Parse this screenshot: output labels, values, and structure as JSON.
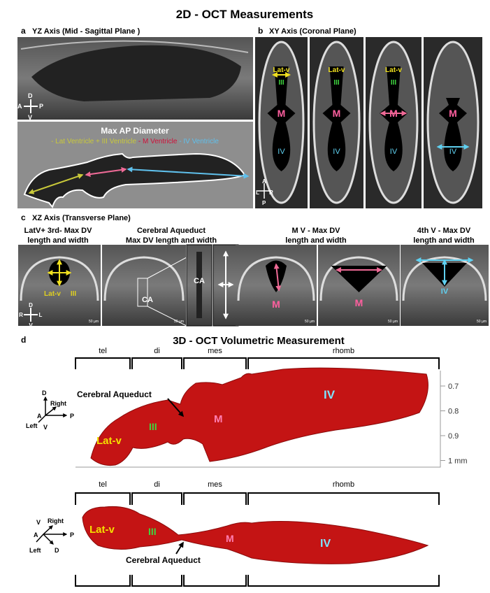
{
  "title_2d": "2D - OCT Measurements",
  "panel_a": {
    "letter": "a",
    "title": "YZ Axis (Mid - Sagittal Plane )",
    "orientation": {
      "d": "D",
      "a": "A",
      "p": "P",
      "v": "V"
    },
    "diagram_title": "Max AP Diameter",
    "legend": [
      "- Lat Ventricle + III Ventricle",
      " - M Ventricle",
      " - IV Ventricle"
    ],
    "colors": {
      "lat": "#c9c93a",
      "m": "#d0103a",
      "iv": "#5fc0ec",
      "pink": "#ee6a96"
    }
  },
  "panel_b": {
    "letter": "b",
    "title": "XY Axis (Coronal Plane)",
    "labels": {
      "latv": "Lat-v",
      "iii": "III",
      "m": "M",
      "iv": "IV"
    },
    "orientation": {
      "a": "A",
      "l": "L",
      "r": "R",
      "p": "P"
    }
  },
  "panel_c": {
    "letter": "c",
    "title": "XZ Axis (Transverse Plane)",
    "subtitles": [
      [
        "LatV+ 3rd- Max DV",
        "length and width"
      ],
      [
        "Cerebral Aqueduct",
        "Max DV length and width"
      ],
      [
        "M V - Max DV",
        "length and width"
      ],
      [
        "4th V - Max DV",
        "length and width"
      ]
    ],
    "labels": {
      "latv": "Lat-v",
      "iii": "III",
      "ca": "CA",
      "m": "M",
      "iv": "IV"
    },
    "orientation": {
      "d": "D",
      "r": "R",
      "l": "L",
      "v": "V"
    },
    "scale_bar": "50 µm"
  },
  "panel_d": {
    "letter": "d",
    "title": "3D - OCT Volumetric Measurement",
    "regions": [
      "tel",
      "di",
      "mes",
      "rhomb"
    ],
    "labels": {
      "latv": "Lat-v",
      "iii": "III",
      "m": "M",
      "iv": "IV",
      "ca": "Cerebral Aqueduct"
    },
    "axis_ticks": [
      "0.7",
      "0.8",
      "0.9",
      "1 mm"
    ],
    "orientation_top": {
      "d": "D",
      "right": "Right",
      "a": "A",
      "p": "P",
      "left": "Left",
      "v": "V"
    },
    "orientation_bottom": {
      "v": "V",
      "right": "Right",
      "a": "A",
      "p": "P",
      "d": "D",
      "left": "Left"
    }
  }
}
